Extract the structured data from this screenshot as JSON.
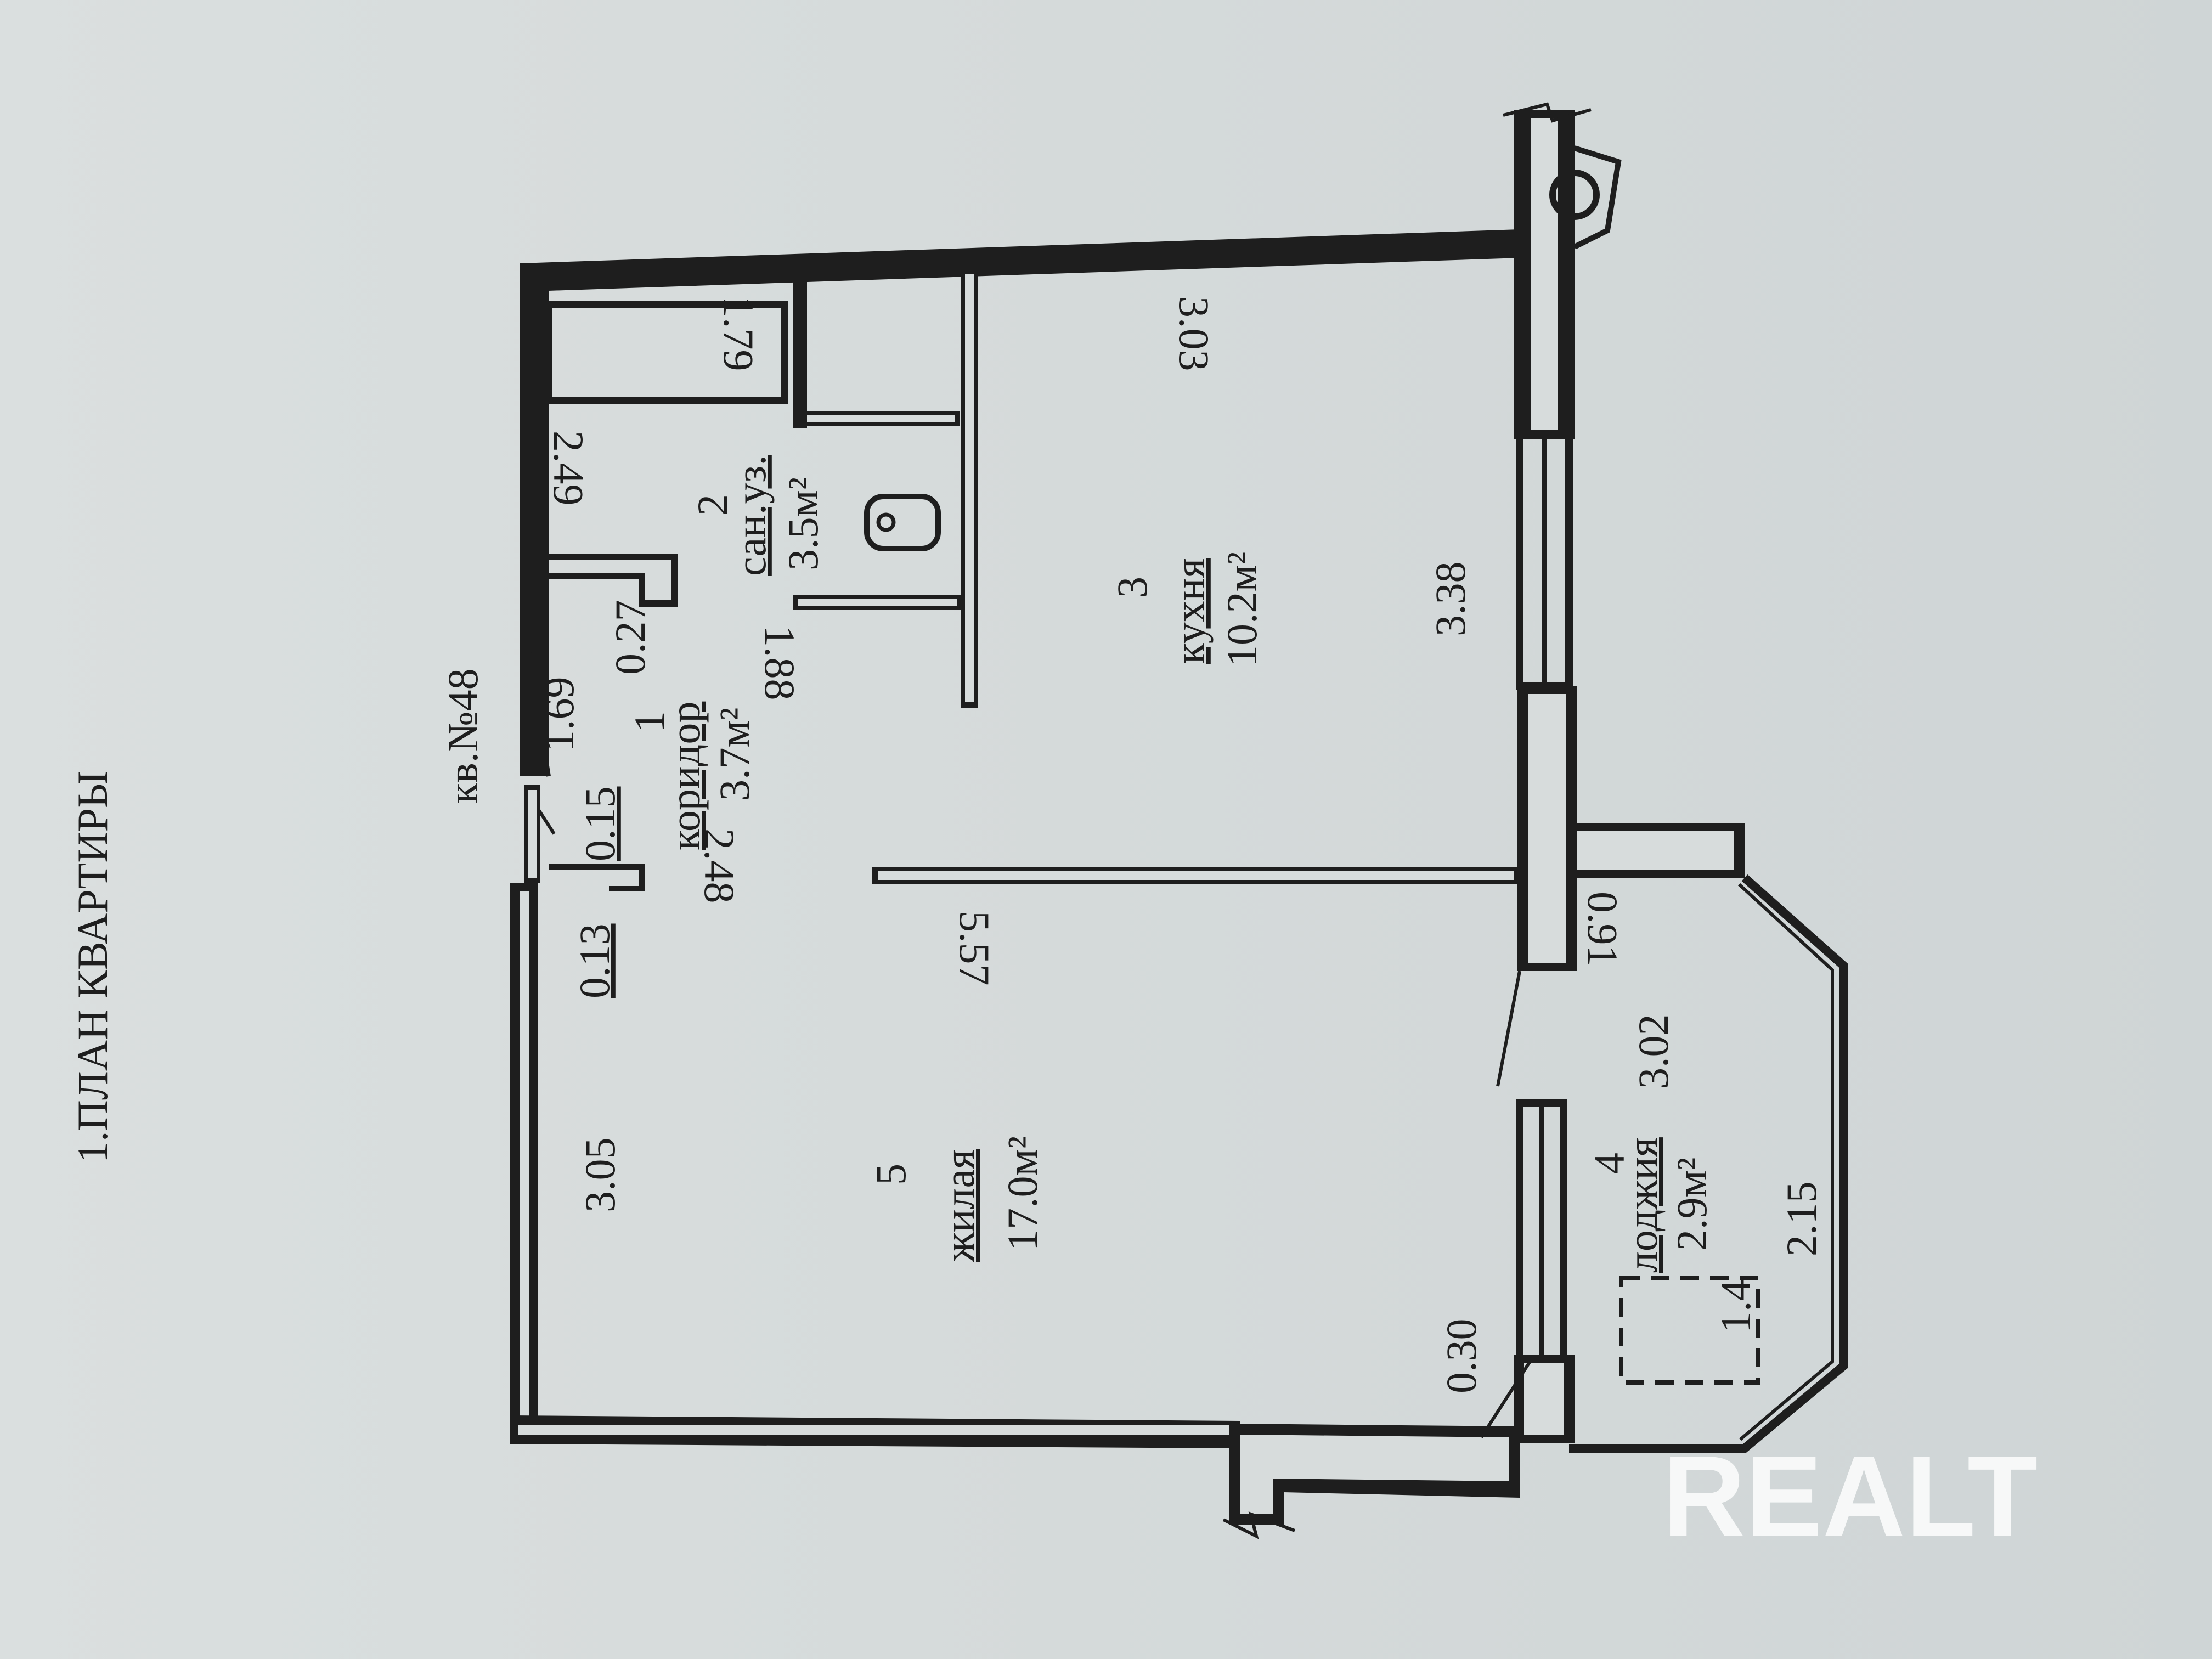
{
  "plan_title": "1.ПЛАН КВАРТИРЫ",
  "apartment_label": "кв.№48",
  "rooms": [
    {
      "number": "1",
      "name": "коридор",
      "area": "3.7м²"
    },
    {
      "number": "2",
      "name": "сан.уз.",
      "area": "3.5м²"
    },
    {
      "number": "3",
      "name": "кухня",
      "area": "10.2м²"
    },
    {
      "number": "4",
      "name": "лоджия",
      "area": "2.9м²"
    },
    {
      "number": "5",
      "name": "жилая",
      "area": "17.0м²"
    }
  ],
  "dimensions": {
    "d_3_05": "3.05",
    "d_0_13": "0.13",
    "d_0_15": "0.15",
    "d_1_69": "1.69",
    "d_0_27": "0.27",
    "d_2_48": "2.48",
    "d_1_88": "1.88",
    "d_2_49": "2.49",
    "d_1_79": "1.79",
    "d_3_03": "3.03",
    "d_3_38": "3.38",
    "d_5_57": "5.57",
    "d_0_91": "0.91",
    "d_3_02": "3.02",
    "d_2_15": "2.15",
    "d_0_30": "0.30",
    "d_1_4": "1.4"
  },
  "watermark": "REALT"
}
